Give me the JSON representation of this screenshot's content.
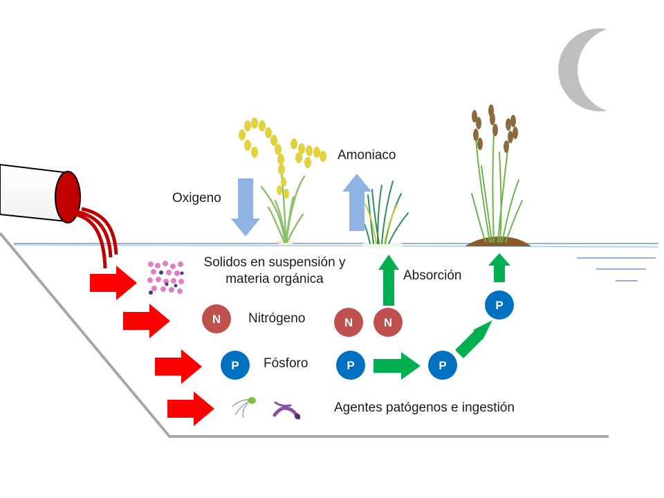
{
  "labels": {
    "oxygen": "Oxigeno",
    "ammonia": "Amoniaco",
    "absorption": "Absorción",
    "solids_line1": "Solidos en suspensión y",
    "solids_line2": "materia orgánica",
    "nitrogen": "Nitrógeno",
    "phosphorus": "Fósforo",
    "pathogens": "Agentes patógenos e ingestión"
  },
  "badges": {
    "nitrogen_symbol": "N",
    "phosphorus_symbol": "P"
  },
  "colors": {
    "red_arrow": "#ff0000",
    "green_arrow": "#00b050",
    "blue_arrow": "#8fb4e3",
    "nitrogen_badge": "#c0504d",
    "phosphorus_badge": "#0070c0",
    "pipe_red": "#c00000",
    "moon": "#bfbfbf",
    "water_line": "#4f81bd",
    "basin": "#a6a6a6"
  },
  "icons": {
    "moon": "crescent-moon-icon",
    "pipe": "discharge-pipe-icon",
    "solids": "particles-icon",
    "pathogens": "bacteria-icon"
  }
}
